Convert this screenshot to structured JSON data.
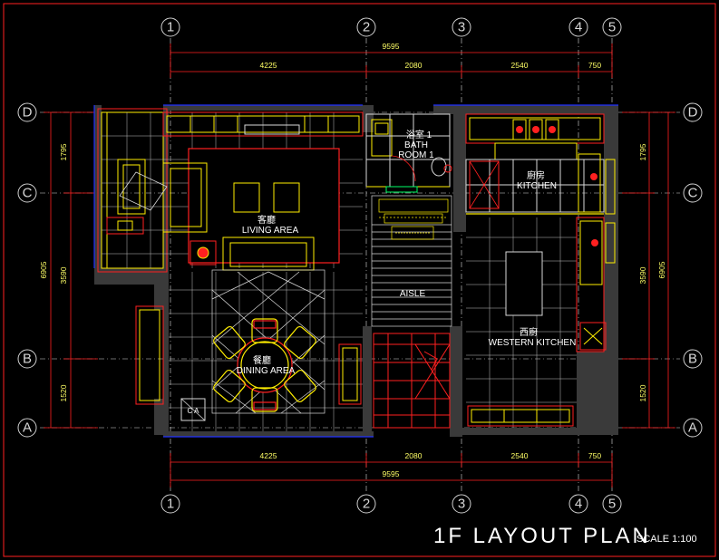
{
  "drawing": {
    "title": "1F LAYOUT PLAN",
    "scale": "SCALE 1:100"
  },
  "axes": {
    "columns": [
      "1",
      "2",
      "3",
      "4",
      "5"
    ],
    "rows": [
      "D",
      "C",
      "B",
      "A"
    ]
  },
  "dimensions": {
    "top_total": "9595",
    "top_segments": [
      "4225",
      "2080",
      "2540",
      "750"
    ],
    "bottom_segments": [
      "4225",
      "2080",
      "2540",
      "750"
    ],
    "bottom_total": "9595",
    "left_segments": [
      "1795",
      "3590",
      "1520"
    ],
    "left_total": "6905",
    "right_segments": [
      "1795",
      "3590",
      "1520"
    ],
    "right_total": "6905"
  },
  "rooms": {
    "living": {
      "cn": "客廳",
      "en": "LIVING AREA"
    },
    "dining": {
      "cn": "餐廳",
      "en": "DINING AREA"
    },
    "bath": {
      "cn": "浴室 1",
      "en1": "BATH",
      "en2": "ROOM 1"
    },
    "kitchen": {
      "cn": "廚房",
      "en": "KITCHEN"
    },
    "aisle": {
      "en": "AISLE"
    },
    "western_kitchen": {
      "cn": "西廚",
      "en": "WESTERN KITCHEN"
    }
  },
  "tags": {
    "ca": "C A"
  },
  "colors": {
    "background": "#000000",
    "dimension": "#ffff66",
    "wall": "#3a3a3a",
    "furniture": "#ffee00",
    "accent": "#ff2020",
    "grid": "#d9d9d9"
  }
}
